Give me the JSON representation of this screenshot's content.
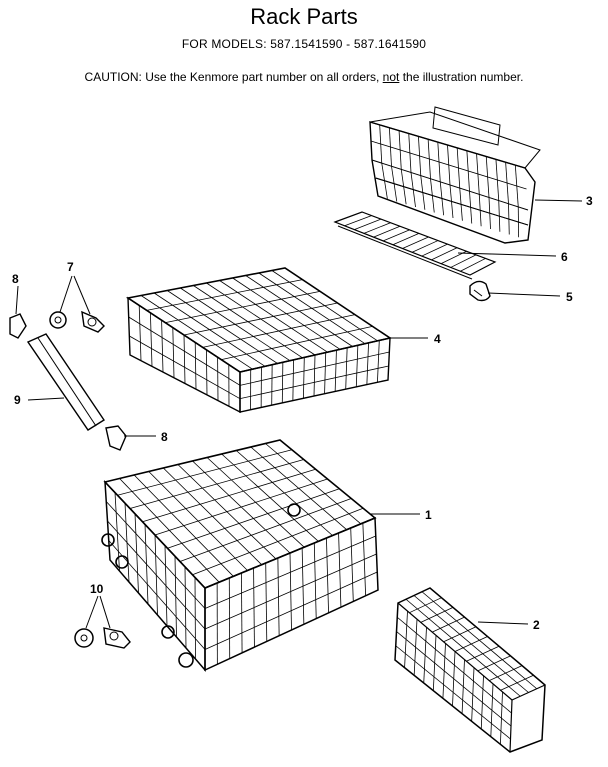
{
  "header": {
    "title": "Rack Parts",
    "models": "FOR MODELS:  587.1541590  -  587.1641590",
    "caution_prefix": "CAUTION:  Use the Kenmore part number on all orders, ",
    "caution_emphasis": "not",
    "caution_suffix": " the illustration number."
  },
  "callouts": [
    {
      "id": "1",
      "label": "1"
    },
    {
      "id": "2",
      "label": "2"
    },
    {
      "id": "3",
      "label": "3"
    },
    {
      "id": "4",
      "label": "4"
    },
    {
      "id": "5",
      "label": "5"
    },
    {
      "id": "6",
      "label": "6"
    },
    {
      "id": "7",
      "label": "7"
    },
    {
      "id": "8a",
      "label": "8"
    },
    {
      "id": "8b",
      "label": "8"
    },
    {
      "id": "9",
      "label": "9"
    },
    {
      "id": "10",
      "label": "10"
    }
  ],
  "parts": [
    {
      "number": "1",
      "icon": "lower-rack-icon"
    },
    {
      "number": "2",
      "icon": "lower-silverware-basket-icon"
    },
    {
      "number": "3",
      "icon": "upper-silverware-basket-icon"
    },
    {
      "number": "4",
      "icon": "upper-rack-icon"
    },
    {
      "number": "5",
      "icon": "clip-icon"
    },
    {
      "number": "6",
      "icon": "shelf-icon"
    },
    {
      "number": "7",
      "icon": "upper-wheel-icon"
    },
    {
      "number": "8",
      "icon": "end-cap-icon"
    },
    {
      "number": "9",
      "icon": "rack-track-icon"
    },
    {
      "number": "10",
      "icon": "lower-wheel-icon"
    }
  ]
}
